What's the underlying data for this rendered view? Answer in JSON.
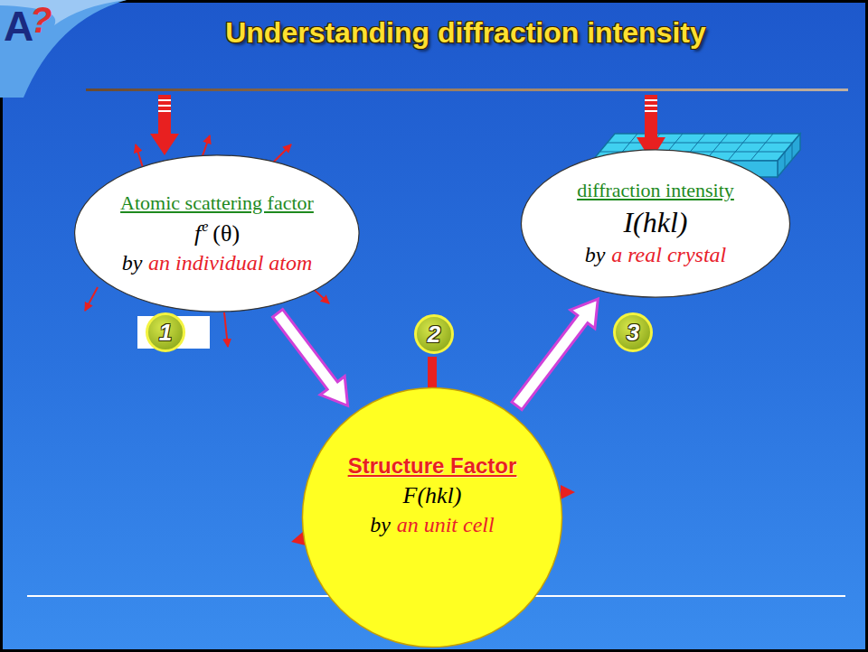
{
  "diagram": {
    "title": "Understanding diffraction intensity",
    "nodes": [
      {
        "text": [
          "Atomic scattering factor",
          "f",
          "e",
          "(θ)",
          "by",
          "an individual atom"
        ]
      },
      {
        "text": [
          "diffraction intensity",
          "I(hkl)",
          "by",
          "a real crystal"
        ]
      },
      {
        "text": [
          "Structure Factor",
          "F(hkl)",
          "by",
          "an unit cell"
        ]
      }
    ],
    "edges": [
      {
        "from": 0,
        "to": 2,
        "arrow": "to"
      },
      {
        "from": 2,
        "to": 1,
        "arrow": "to"
      }
    ],
    "labels": [
      "A",
      "?",
      "1",
      "2",
      "3"
    ]
  }
}
